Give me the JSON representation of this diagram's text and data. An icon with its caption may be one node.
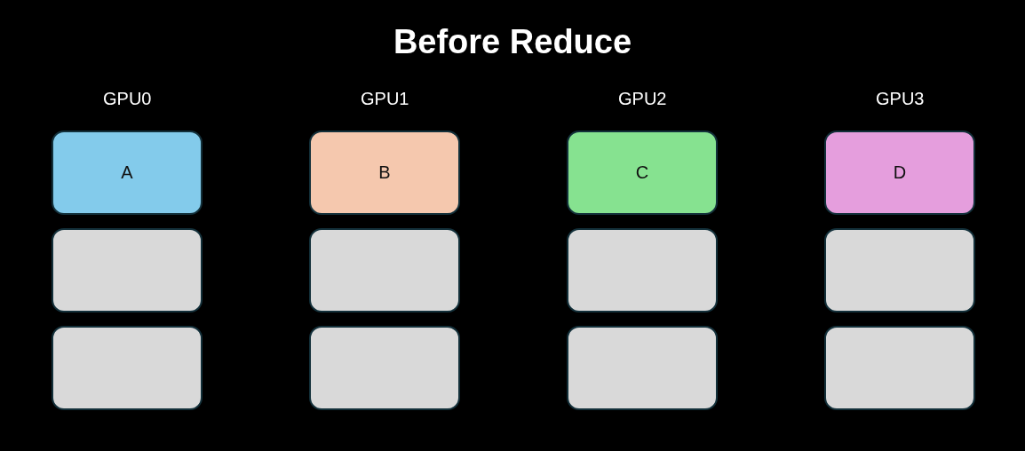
{
  "diagram": {
    "title": "Before Reduce",
    "nodes": [
      {
        "text": [
          "A"
        ]
      },
      {
        "text": [
          "B"
        ]
      },
      {
        "text": [
          "C"
        ]
      },
      {
        "text": [
          "D"
        ]
      },
      {
        "text": [],
        "shape": "box"
      },
      {
        "text": [],
        "shape": "box"
      },
      {
        "text": [],
        "shape": "box"
      },
      {
        "text": [],
        "shape": "box"
      },
      {
        "text": [],
        "shape": "box"
      },
      {
        "text": [],
        "shape": "box"
      },
      {
        "text": [],
        "shape": "box"
      },
      {
        "text": [],
        "shape": "box"
      }
    ],
    "labels": [
      "GPU0",
      "GPU1",
      "GPU2",
      "GPU3"
    ]
  }
}
